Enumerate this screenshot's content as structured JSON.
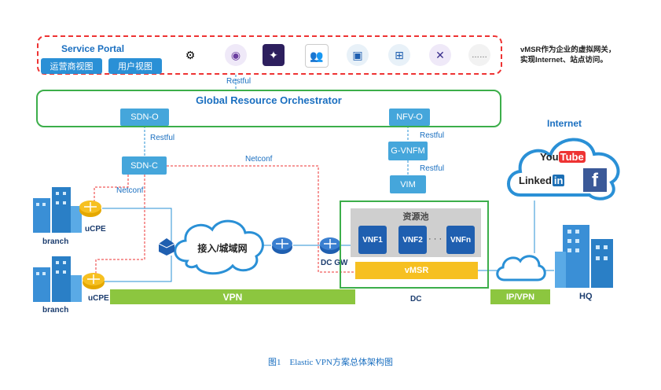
{
  "portal": {
    "title": "Service Portal",
    "btn_operator": "运营商视图",
    "btn_user": "用户视图",
    "icons": [
      "gears-icon",
      "signal-icon",
      "globe-network-icon",
      "people-icon",
      "camera-bag-icon",
      "network-tree-icon",
      "satellite-icon",
      "more-dots-icon"
    ]
  },
  "side_note": "vMSR作为企业的虚拟网关，实现Internet、站点访问。",
  "restful_portal": "Restful",
  "orchestrator": {
    "title": "Global Resource Orchestrator",
    "sdn_o": "SDN-O",
    "nfv_o": "NFV-O"
  },
  "links": {
    "restful_sdn": "Restful",
    "restful_nfv": "Restful",
    "restful_vnfm": "Restful",
    "netconf_main": "Netconf",
    "netconf_branch": "Netconf"
  },
  "sdn_c": "SDN-C",
  "g_vnfm": "G-VNFM",
  "vim": "VIM",
  "cloud_access": "接入/城域网",
  "dc_gw": "DC GW",
  "pool": {
    "title": "资源池",
    "vnf1": "VNF1",
    "vnf2": "VNF2",
    "vnfn": "VNFn",
    "dots": "· · ·",
    "vmsr": "vMSR"
  },
  "dc_label": "DC",
  "vpn_bar": "VPN",
  "ipvpn": "IP/VPN",
  "hq": "HQ",
  "internet": {
    "title": "Internet",
    "youtube_you": "You",
    "youtube_tube": "Tube",
    "linkedin": "Linked",
    "linkedin_in": "in",
    "facebook": "f"
  },
  "branch_top": {
    "cpe": "uCPE",
    "name": "branch"
  },
  "branch_bottom": {
    "cpe": "uCPE",
    "name": "branch"
  },
  "caption": "图1　Elastic VPN方案总体架构图",
  "colors": {
    "accent_blue": "#45a6db",
    "green": "#3cae4a",
    "vpn_green": "#8cc63f",
    "vmsr_yellow": "#f6c021",
    "portal_red": "#e33"
  }
}
